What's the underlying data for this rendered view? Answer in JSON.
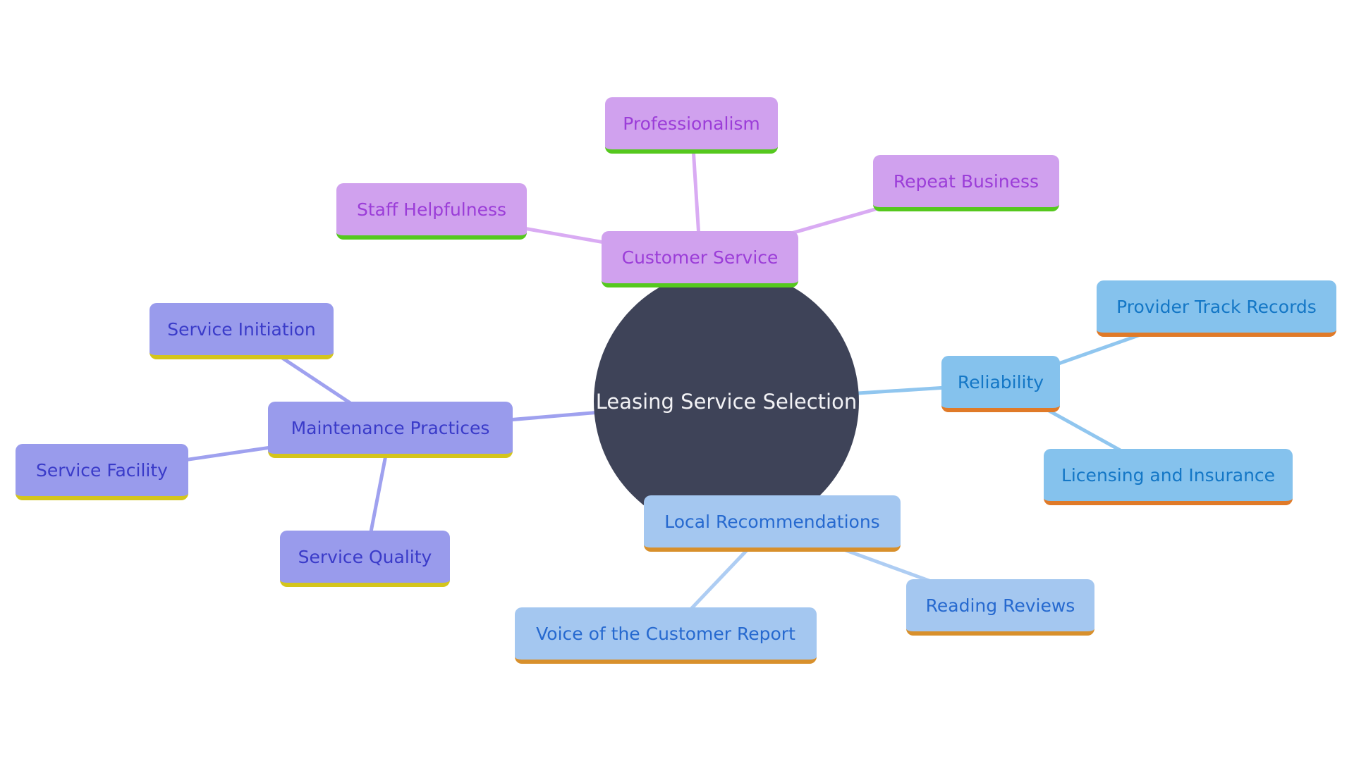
{
  "mindmap": {
    "type": "mindmap",
    "center": {
      "label": "Leasing Service Selection",
      "fill": "#3E4358",
      "text_color": "#F2F2F5"
    },
    "branches": [
      {
        "label": "Customer Service",
        "fill": "#D0A1EE",
        "text_color": "#9B3DD8",
        "underline_color": "#55C81E",
        "line_color": "#D9ABF3",
        "children": [
          {
            "label": "Professionalism"
          },
          {
            "label": "Staff Helpfulness"
          },
          {
            "label": "Repeat Business"
          }
        ]
      },
      {
        "label": "Reliability",
        "fill": "#85C2ED",
        "text_color": "#1477C6",
        "underline_color": "#E07A28",
        "line_color": "#90C6EF",
        "children": [
          {
            "label": "Provider Track Records"
          },
          {
            "label": "Licensing and Insurance"
          }
        ]
      },
      {
        "label": "Local Recommendations",
        "fill": "#A4C7F0",
        "text_color": "#2669CF",
        "underline_color": "#D8902C",
        "line_color": "#AECDF3",
        "children": [
          {
            "label": "Reading Reviews"
          },
          {
            "label": "Voice of the Customer Report"
          }
        ]
      },
      {
        "label": "Maintenance Practices",
        "fill": "#999BEC",
        "text_color": "#3A3BC9",
        "underline_color": "#D4C51C",
        "line_color": "#9FA1EF",
        "children": [
          {
            "label": "Service Initiation"
          },
          {
            "label": "Service Facility"
          },
          {
            "label": "Service Quality"
          }
        ]
      }
    ]
  }
}
